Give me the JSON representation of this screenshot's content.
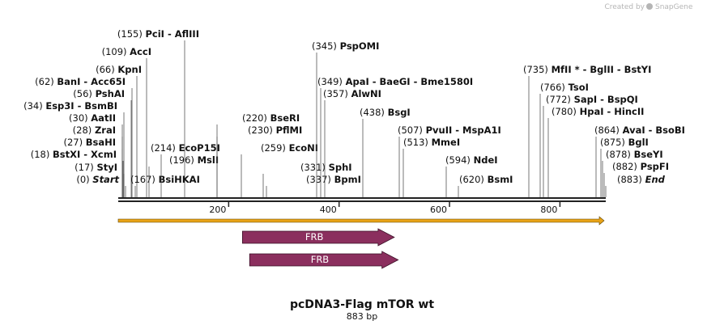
{
  "credit": {
    "text": "Created by",
    "brand": "SnapGene"
  },
  "title": "pcDNA3-Flag mTOR wt",
  "length_label": "883 bp",
  "sequence": {
    "length": 883,
    "ticks": [
      200,
      400,
      600,
      800
    ],
    "start_bp": 0
  },
  "colors": {
    "feature": "#8b2f5e",
    "primer_arrow": "#e8a317",
    "backbone": "#222222"
  },
  "features": [
    {
      "label": "FRB",
      "start": 225,
      "end": 500,
      "row": 0
    },
    {
      "label": "FRB",
      "start": 238,
      "end": 507,
      "row": 1
    }
  ],
  "sites": [
    {
      "pos": "(0)",
      "name": "Start",
      "bp": 0,
      "side": "left",
      "style": "italic"
    },
    {
      "pos": "(17)",
      "name": "StyI",
      "bp": 17,
      "side": "left"
    },
    {
      "pos": "(18)",
      "name": "BstXI - XcmI",
      "bp": 18,
      "side": "left"
    },
    {
      "pos": "(27)",
      "name": "BsaHI",
      "bp": 27,
      "side": "left"
    },
    {
      "pos": "(28)",
      "name": "ZraI",
      "bp": 28,
      "side": "left"
    },
    {
      "pos": "(30)",
      "name": "AatII",
      "bp": 30,
      "side": "left"
    },
    {
      "pos": "(34)",
      "name": "Esp3I - BsmBI",
      "bp": 34,
      "side": "left"
    },
    {
      "pos": "(56)",
      "name": "PshAI",
      "bp": 56,
      "side": "left"
    },
    {
      "pos": "(62)",
      "name": "BanI - Acc65I",
      "bp": 62,
      "side": "left"
    },
    {
      "pos": "(66)",
      "name": "KpnI",
      "bp": 66,
      "side": "left"
    },
    {
      "pos": "(109)",
      "name": "AccI",
      "bp": 109,
      "side": "left"
    },
    {
      "pos": "(155)",
      "name": "PciI - AflIII",
      "bp": 155,
      "side": "left"
    },
    {
      "pos": "(167)",
      "name": "BsiHKAI",
      "bp": 167,
      "side": "right"
    },
    {
      "pos": "(196)",
      "name": "MslI",
      "bp": 196,
      "side": "right"
    },
    {
      "pos": "(214)",
      "name": "EcoP15I",
      "bp": 214,
      "side": "right"
    },
    {
      "pos": "(220)",
      "name": "BseRI",
      "bp": 220,
      "side": "left"
    },
    {
      "pos": "(230)",
      "name": "PflMI",
      "bp": 230,
      "side": "left"
    },
    {
      "pos": "(259)",
      "name": "EcoNI",
      "bp": 259,
      "side": "left"
    },
    {
      "pos": "(331)",
      "name": "SphI",
      "bp": 331,
      "side": "left"
    },
    {
      "pos": "(337)",
      "name": "BpmI",
      "bp": 337,
      "side": "left"
    },
    {
      "pos": "(345)",
      "name": "PspOMI",
      "bp": 345,
      "side": "left"
    },
    {
      "pos": "(349)",
      "name": "ApaI - BaeGI - Bme1580I",
      "bp": 349,
      "side": "left"
    },
    {
      "pos": "(357)",
      "name": "AlwNI",
      "bp": 357,
      "side": "left"
    },
    {
      "pos": "(438)",
      "name": "BsgI",
      "bp": 438,
      "side": "left"
    },
    {
      "pos": "(507)",
      "name": "PvuII - MspA1I",
      "bp": 507,
      "side": "left"
    },
    {
      "pos": "(513)",
      "name": "MmeI",
      "bp": 513,
      "side": "left"
    },
    {
      "pos": "(594)",
      "name": "NdeI",
      "bp": 594,
      "side": "left"
    },
    {
      "pos": "(620)",
      "name": "BsmI",
      "bp": 620,
      "side": "left"
    },
    {
      "pos": "(735)",
      "name": "MfII * - BglII - BstYI",
      "bp": 735,
      "side": "left"
    },
    {
      "pos": "(766)",
      "name": "TsoI",
      "bp": 766,
      "side": "left"
    },
    {
      "pos": "(772)",
      "name": "SapI - BspQI",
      "bp": 772,
      "side": "left"
    },
    {
      "pos": "(780)",
      "name": "HpaI - HincII",
      "bp": 780,
      "side": "left"
    },
    {
      "pos": "(864)",
      "name": "AvaI - BsoBI",
      "bp": 864,
      "side": "left"
    },
    {
      "pos": "(875)",
      "name": "BglI",
      "bp": 875,
      "side": "left"
    },
    {
      "pos": "(878)",
      "name": "BseYI",
      "bp": 878,
      "side": "left"
    },
    {
      "pos": "(882)",
      "name": "PspFI",
      "bp": 882,
      "side": "left"
    },
    {
      "pos": "(883)",
      "name": "End",
      "bp": 883,
      "side": "left",
      "style": "italic"
    }
  ]
}
